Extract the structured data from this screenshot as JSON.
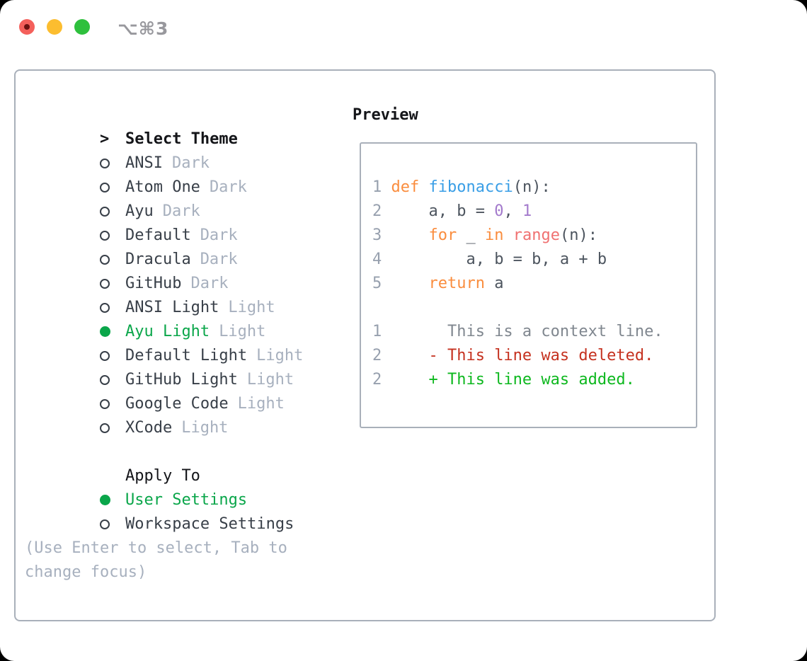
{
  "window": {
    "shortcut": "⌥⌘3",
    "traffic_lights": [
      "close",
      "minimize",
      "zoom"
    ]
  },
  "panel": {
    "title": "Select Theme",
    "prompt": ">",
    "themes": [
      {
        "name": "ANSI",
        "variant": "Dark",
        "selected": false
      },
      {
        "name": "Atom One",
        "variant": "Dark",
        "selected": false
      },
      {
        "name": "Ayu",
        "variant": "Dark",
        "selected": false
      },
      {
        "name": "Default",
        "variant": "Dark",
        "selected": false
      },
      {
        "name": "Dracula",
        "variant": "Dark",
        "selected": false
      },
      {
        "name": "GitHub",
        "variant": "Dark",
        "selected": false
      },
      {
        "name": "ANSI Light",
        "variant": "Light",
        "selected": false
      },
      {
        "name": "Ayu Light",
        "variant": "Light",
        "selected": true
      },
      {
        "name": "Default Light",
        "variant": "Light",
        "selected": false
      },
      {
        "name": "GitHub Light",
        "variant": "Light",
        "selected": false
      },
      {
        "name": "Google Code",
        "variant": "Light",
        "selected": false
      },
      {
        "name": "XCode",
        "variant": "Light",
        "selected": false
      }
    ],
    "apply_to": {
      "title": "Apply To",
      "options": [
        {
          "name": "User Settings",
          "selected": true
        },
        {
          "name": "Workspace Settings",
          "selected": false
        }
      ]
    },
    "hint": "(Use Enter to select, Tab to change focus)"
  },
  "preview": {
    "title": "Preview",
    "lines": [
      {
        "tokens": [
          {
            "t": "1 ",
            "c": "num"
          },
          {
            "t": "def",
            "c": "kw"
          },
          {
            "t": " ",
            "c": "plain"
          },
          {
            "t": "fibonacci",
            "c": "fn"
          },
          {
            "t": "(n):",
            "c": "plain"
          }
        ]
      },
      {
        "tokens": [
          {
            "t": "2",
            "c": "num"
          },
          {
            "t": "     a, b = ",
            "c": "plain"
          },
          {
            "t": "0",
            "c": "lit"
          },
          {
            "t": ", ",
            "c": "plain"
          },
          {
            "t": "1",
            "c": "lit"
          }
        ]
      },
      {
        "tokens": [
          {
            "t": "3",
            "c": "num"
          },
          {
            "t": "     ",
            "c": "plain"
          },
          {
            "t": "for",
            "c": "kw"
          },
          {
            "t": " _ ",
            "c": "plain"
          },
          {
            "t": "in",
            "c": "kw"
          },
          {
            "t": " ",
            "c": "plain"
          },
          {
            "t": "range",
            "c": "call"
          },
          {
            "t": "(n):",
            "c": "plain"
          }
        ]
      },
      {
        "tokens": [
          {
            "t": "4",
            "c": "num"
          },
          {
            "t": "         a, b = b, a + b",
            "c": "plain"
          }
        ]
      },
      {
        "tokens": [
          {
            "t": "5",
            "c": "num"
          },
          {
            "t": "     ",
            "c": "plain"
          },
          {
            "t": "return",
            "c": "kw"
          },
          {
            "t": " a",
            "c": "plain"
          }
        ]
      },
      {
        "tokens": []
      },
      {
        "tokens": [
          {
            "t": "1",
            "c": "num"
          },
          {
            "t": "       This is a context line.",
            "c": "ctx"
          }
        ]
      },
      {
        "tokens": [
          {
            "t": "2",
            "c": "num"
          },
          {
            "t": "     - This line was deleted.",
            "c": "del"
          }
        ]
      },
      {
        "tokens": [
          {
            "t": "2",
            "c": "num"
          },
          {
            "t": "     + This line was added.",
            "c": "add"
          }
        ]
      }
    ]
  },
  "colors": {
    "accent_green": "#0aa64a",
    "added_green": "#0eb81f",
    "deleted_red": "#c5311f",
    "kw_orange": "#fa8d3e",
    "fn_blue": "#399ee6",
    "lit_purple": "#a37acc",
    "call_coral": "#f07171",
    "plain_code": "#4d555f",
    "muted": "#a7b0be",
    "linenum": "#97a0ae",
    "context_gray": "#80878f",
    "text_dark": "#383f48",
    "title_black": "#141519",
    "border_gray": "#a9b0ba",
    "traffic_red": "#f4605b",
    "traffic_red_dot": "#6b1210",
    "traffic_yellow": "#fcbd2f",
    "traffic_green": "#2ec03d",
    "shortcut_gray": "#98989d"
  }
}
